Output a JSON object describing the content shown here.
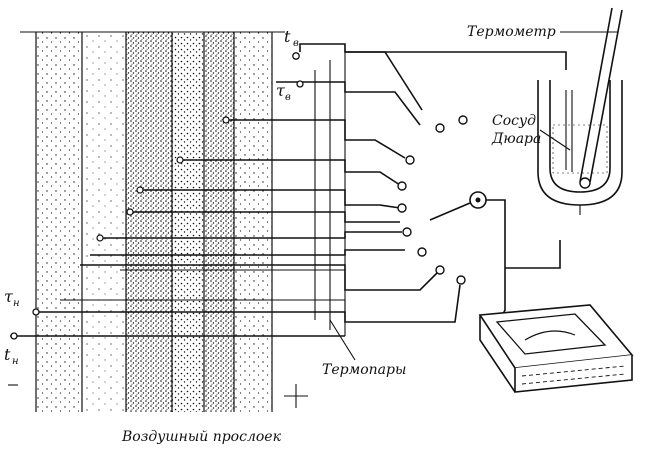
{
  "labels": {
    "thermometer": "Термометр",
    "dewar_line1": "Сосуд",
    "dewar_line2": "Дюара",
    "thermocouples": "Термопары",
    "air_gap": "Воздушный прослоек",
    "t_v": "t",
    "t_v_sub": "в",
    "tau_v": "τ",
    "tau_v_sub": "в",
    "tau_n": "τ",
    "tau_n_sub": "н",
    "t_n": "t",
    "t_n_sub": "н"
  },
  "colors": {
    "ink": "#111111",
    "paper": "#ffffff"
  }
}
